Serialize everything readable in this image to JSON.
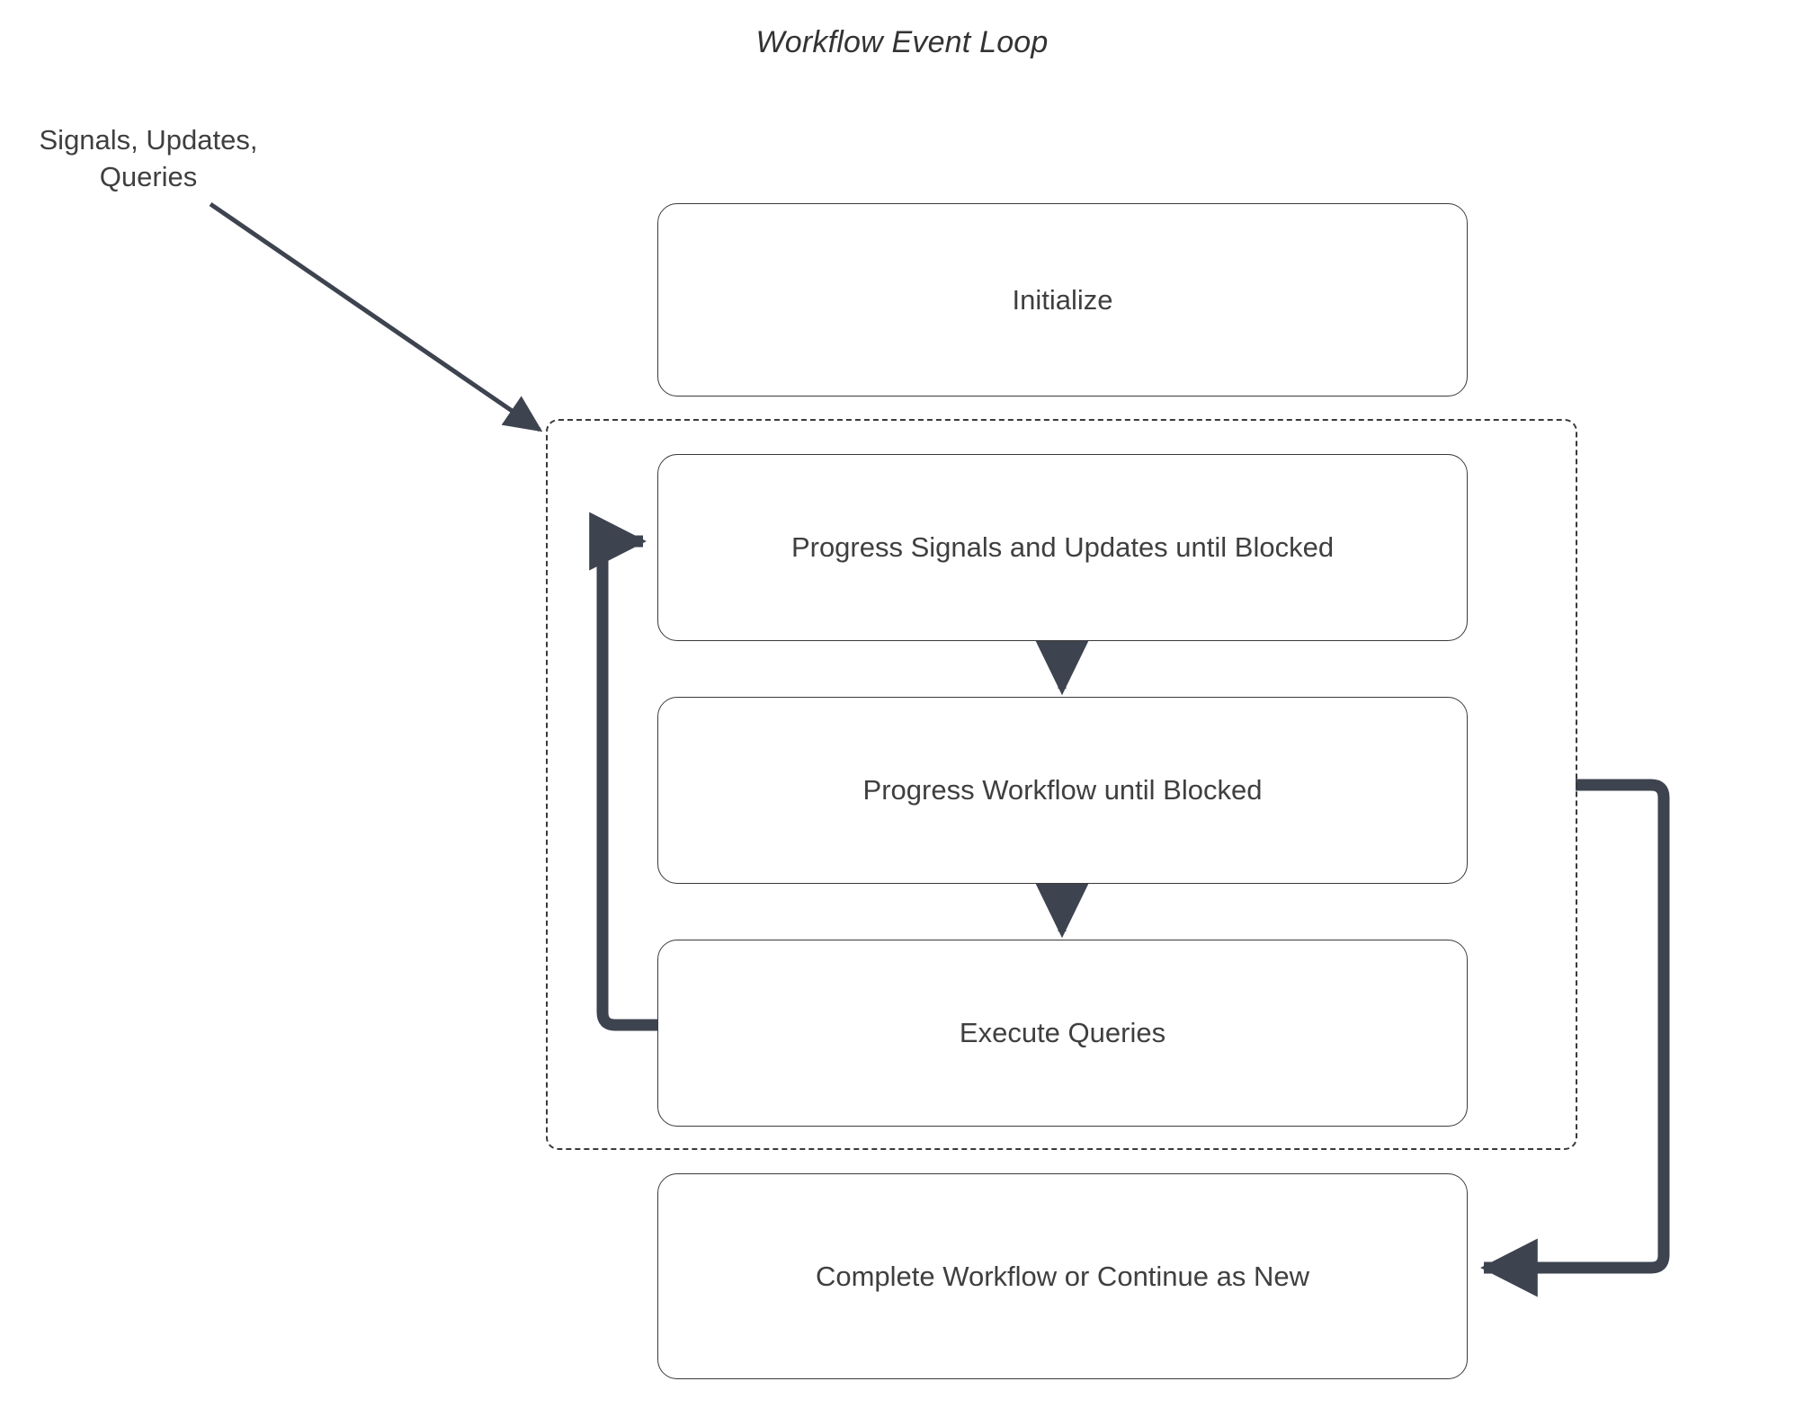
{
  "diagram": {
    "title": "Workflow Event Loop",
    "type": "flowchart",
    "background_color": "#ffffff",
    "node_border_color": "#3a3a3a",
    "node_fill_color": "#ffffff",
    "text_color": "#3f3f3f",
    "arrow_color": "#3d434f",
    "external_label": "Signals, Updates,\nQueries",
    "external_label_line1": "Signals, Updates,",
    "external_label_line2": "Queries",
    "loop_container": {
      "name": "event-loop-group",
      "border_style": "dashed",
      "label": ""
    },
    "nodes": [
      {
        "id": "initialize",
        "label": "Initialize"
      },
      {
        "id": "progress-signals-updates",
        "label": "Progress Signals and Updates until Blocked"
      },
      {
        "id": "progress-workflow",
        "label": "Progress Workflow until Blocked"
      },
      {
        "id": "execute-queries",
        "label": "Execute Queries"
      },
      {
        "id": "complete-workflow",
        "label": "Complete Workflow or Continue as New"
      }
    ],
    "edges": [
      {
        "id": "signals-into-loop",
        "from": "Signals, Updates, Queries",
        "to": "event-loop-group",
        "style": "solid-thin",
        "arrowhead": "filled-triangle"
      },
      {
        "id": "progress-su-to-progress-wf",
        "from": "Progress Signals and Updates until Blocked",
        "to": "Progress Workflow until Blocked",
        "style": "solid-thin",
        "arrowhead": "filled-triangle"
      },
      {
        "id": "progress-wf-to-execute-q",
        "from": "Progress Workflow until Blocked",
        "to": "Execute Queries",
        "style": "solid-thin",
        "arrowhead": "filled-triangle"
      },
      {
        "id": "execute-q-back-to-progress-su",
        "from": "Execute Queries",
        "to": "Progress Signals and Updates until Blocked",
        "style": "solid-thick",
        "arrowhead": "filled-triangle"
      },
      {
        "id": "loop-to-complete",
        "from": "event-loop-group",
        "to": "Complete Workflow or Continue as New",
        "style": "solid-thick",
        "arrowhead": "filled-triangle"
      }
    ]
  }
}
